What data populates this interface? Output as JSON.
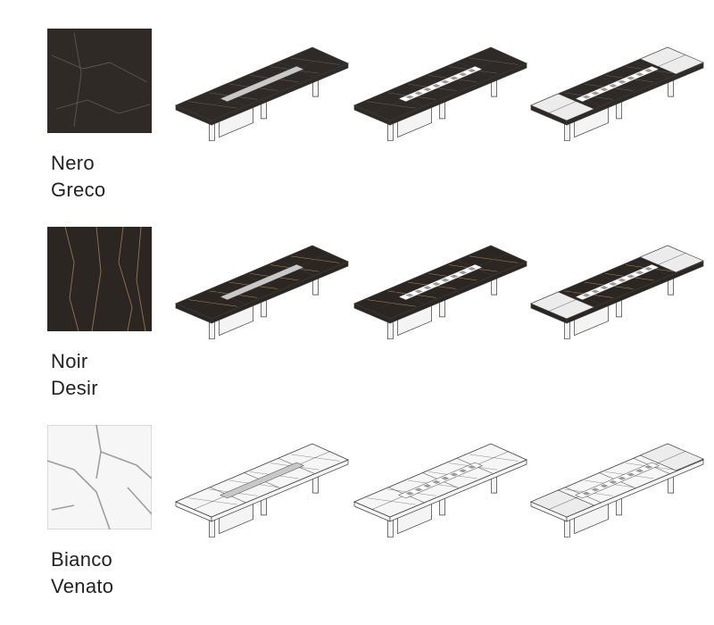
{
  "finishes": [
    {
      "id": "nero-greco",
      "name_line1": "Nero",
      "name_line2": "Greco",
      "top_color": "#2f2a26",
      "vein_color": "#6a625a",
      "swatch_border": "#2f2a26"
    },
    {
      "id": "noir-desir",
      "name_line1": "Noir",
      "name_line2": "Desir",
      "top_color": "#2b2621",
      "vein_color": "#b08a5e",
      "swatch_border": "#2b2621"
    },
    {
      "id": "bianco-venato",
      "name_line1": "Bianco",
      "name_line2": "Venato",
      "top_color": "#f6f6f6",
      "vein_color": "#8a8a8a",
      "swatch_border": "#bdbdbd"
    }
  ],
  "variants": [
    "central-strip",
    "cable-ports",
    "white-ends"
  ],
  "colors": {
    "strip": "#c8c8c8",
    "light": "#ececec",
    "port": "#ffffff",
    "edge": "#3a3a3a",
    "leg": "#f4f4f4"
  }
}
